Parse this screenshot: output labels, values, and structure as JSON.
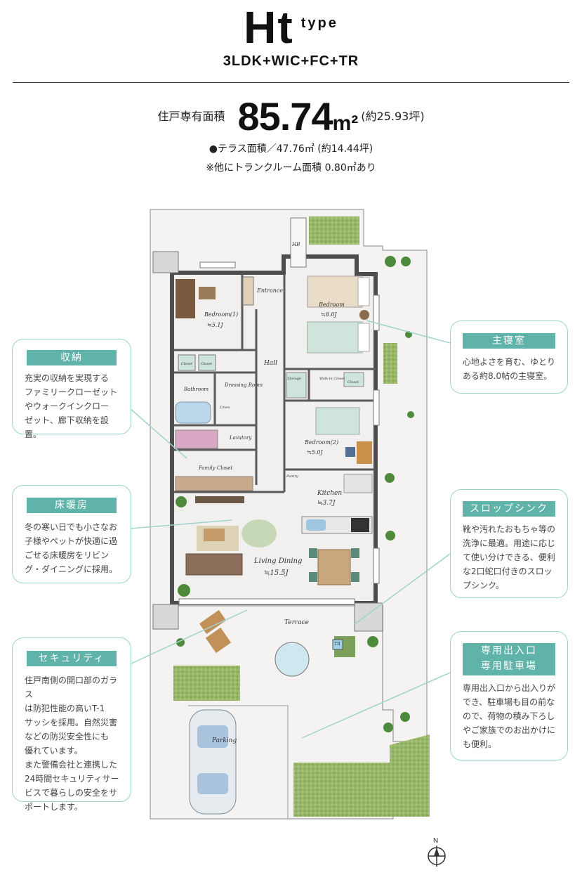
{
  "header": {
    "type_name": "Ht",
    "type_word": "type",
    "layout_code": "3LDK+WIC+FC+TR"
  },
  "area": {
    "label": "住戸専有面積",
    "value": "85.74",
    "unit": "m²",
    "tsubo": "(約25.93坪)",
    "terrace_note": "●テラス面積／47.76㎡ (約14.44坪)",
    "trunk_note": "※他にトランクルーム面積 0.80㎡あり"
  },
  "plan_labels": {
    "hb": "HB",
    "entrance": "Entrance",
    "bedroom1": "Bedroom(1)",
    "bedroom1_size": "≒5.1J",
    "bedroom_master": "Bedroom",
    "bedroom_master_size": "≒8.0J",
    "hall": "Hall",
    "closet_a": "Closet",
    "closet_b": "Closet",
    "storage": "Storage",
    "walkin": "Walk-in Closet",
    "closet_c": "Closet",
    "bathroom": "Bathroom",
    "dressing": "Dressing Room",
    "linen": "Linen",
    "lavatory": "Lavatory",
    "bedroom2": "Bedroom(2)",
    "bedroom2_size": "≒5.0J",
    "family_closet": "Family Closet",
    "kitchen": "Kitchen",
    "kitchen_size": "≒3.7J",
    "pantry": "Pantry",
    "living": "Living Dining",
    "living_size": "≒15.5J",
    "terrace": "Terrace",
    "tr": "TR",
    "parking": "Parking",
    "north": "N"
  },
  "callouts": {
    "storage": {
      "title": "収納",
      "lines": [
        "充実の収納を実現する",
        "ファミリークローゼット",
        "やウォークインクロー",
        "ゼット、廊下収納を設置。"
      ]
    },
    "heating": {
      "title": "床暖房",
      "lines": [
        "冬の寒い日でも小さなお",
        "子様やペットが快適に過",
        "ごせる床暖房をリビン",
        "グ・ダイニングに採用。"
      ]
    },
    "security": {
      "title": "セキュリティ",
      "lines": [
        "住戸南側の開口部のガラス",
        "は防犯性能の高いT-1",
        "サッシを採用。自然災害",
        "などの防災安全性にも",
        "優れています。",
        "また警備会社と連携した",
        "24時間セキュリティサー",
        "ビスで暮らしの安全をサ",
        "ポートします。"
      ]
    },
    "master": {
      "title": "主寝室",
      "lines": [
        "心地よさを育む、ゆとり",
        "ある約8.0帖の主寝室。"
      ]
    },
    "sink": {
      "title": "スロップシンク",
      "lines": [
        "靴や汚れたおもちゃ等の",
        "洗浄に最適。用途に応じ",
        "て使い分けできる、便利",
        "な2口蛇口付きのスロッ",
        "プシンク。"
      ]
    },
    "entry": {
      "title_line1": "専用出入口",
      "title_line2": "専用駐車場",
      "lines": [
        "専用出入口から出入りが",
        "でき、駐車場も目の前な",
        "ので、荷物の積み下ろし",
        "やご家族でのお出かけに",
        "も便利。"
      ]
    }
  },
  "colors": {
    "accent": "#5fb3a8",
    "callout_border": "#9fd3cd",
    "wall": "#555555",
    "floor": "#f2f0ee",
    "grass": "#9ab86a",
    "bed": "#e9ddc8",
    "bed_teal": "#cfe5dc",
    "wood": "#8a6a4a"
  }
}
